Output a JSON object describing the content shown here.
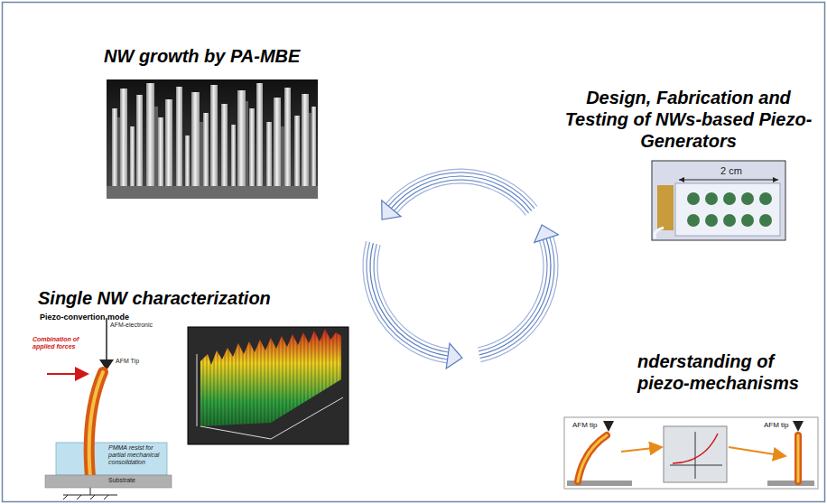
{
  "diagram": {
    "labels": [
      "NW growth by PA-MBE",
      "Design, Fabrication and Testing of NWs-based Piezo-Generators",
      "2 cm",
      "Single NW characterization",
      "Piezo-convertion mode",
      "AFM-electronic",
      "AFM Tip",
      "Combination of applied forces",
      "PMMA resist for partial mechanical consolidation",
      "Substrate",
      "nderstanding of piezo-mechanisms",
      "AFM tip",
      "AFM tip"
    ]
  }
}
